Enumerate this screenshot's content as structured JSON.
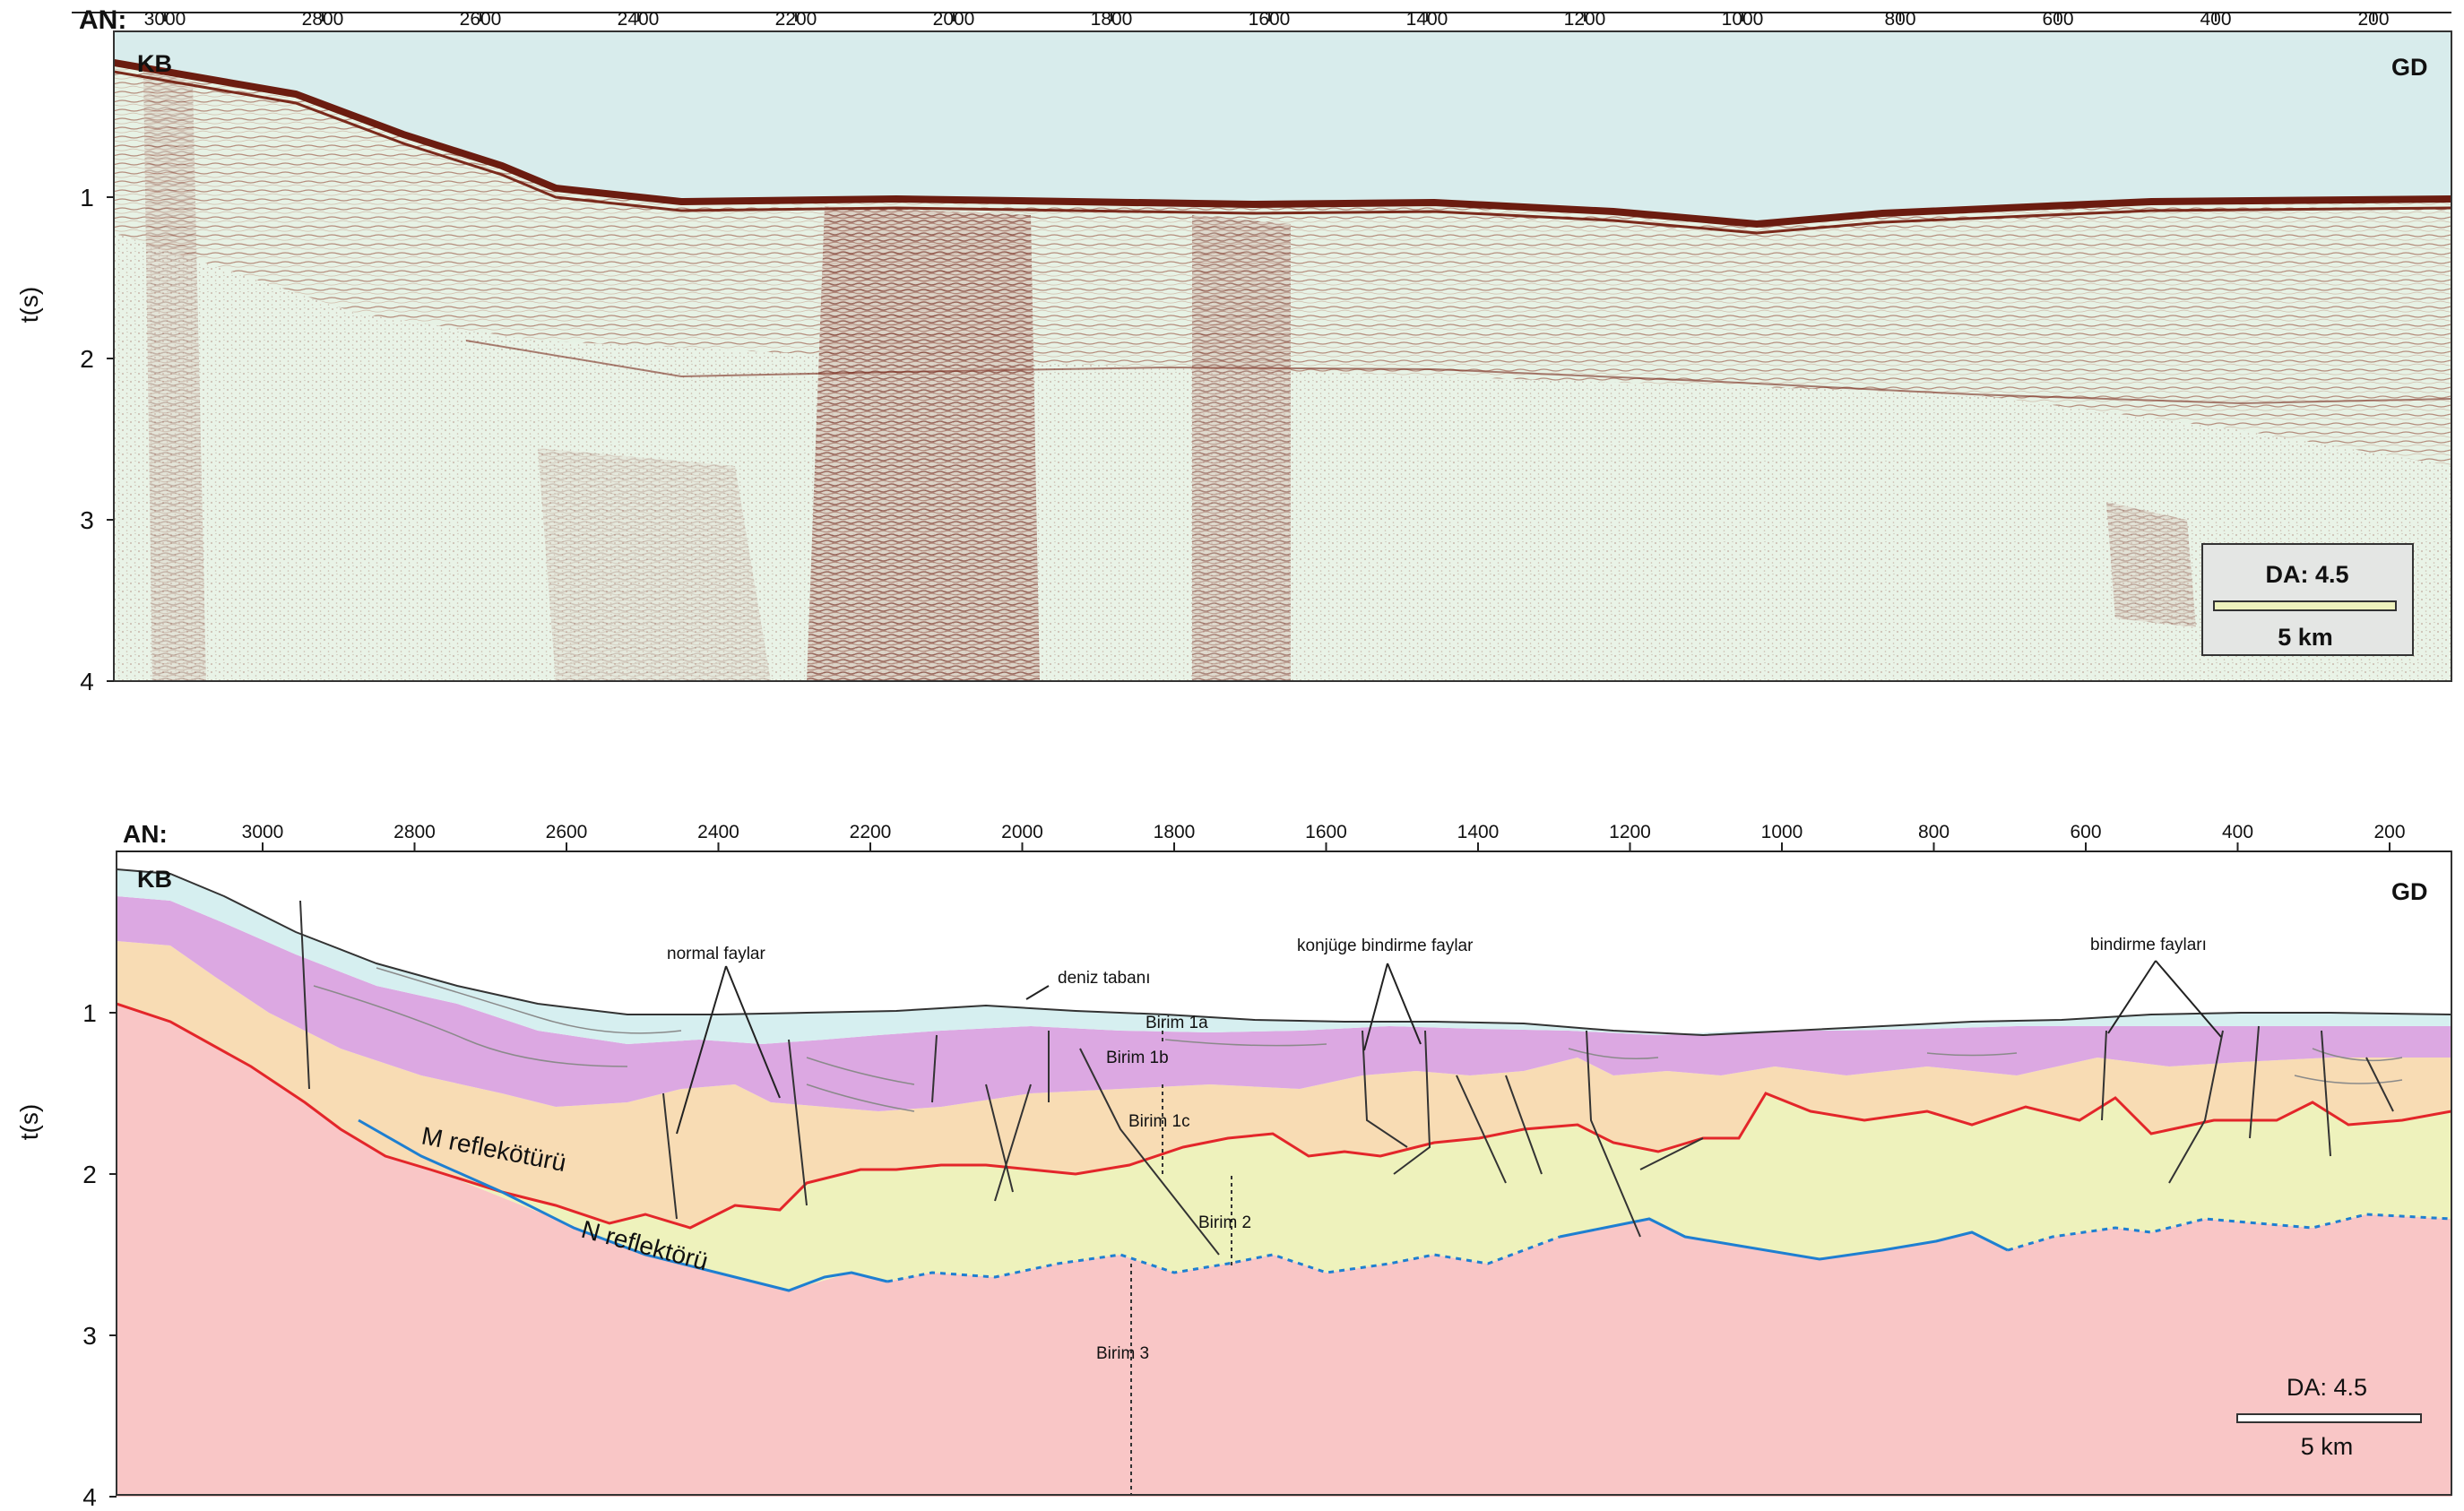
{
  "colors": {
    "sea": "#d8ecec",
    "seismic_bg": "#e6f2e4",
    "seismic_dark": "#7a2a1c",
    "birim1a": "#d6eff0",
    "birim1b": "#dca8e2",
    "birim1c": "#f8dcb4",
    "birim2": "#eef2bc",
    "birim3": "#f9c6c6",
    "m_reflector": "#e3262a",
    "n_reflector": "#1e7fd1",
    "box_fill": "#e4e6e4"
  },
  "top_panel": {
    "an_label": "AN:",
    "kb_label": "KB",
    "gd_label": "GD",
    "y_axis_label": "t(s)",
    "y_ticks": [
      "1",
      "2",
      "3",
      "4"
    ],
    "x_ticks": [
      "3000",
      "2800",
      "2600",
      "2400",
      "2200",
      "2000",
      "1800",
      "1600",
      "1400",
      "1200",
      "1000",
      "800",
      "600",
      "400",
      "200"
    ],
    "da_label": "DA: 4.5",
    "scale_label": "5 km"
  },
  "bottom_panel": {
    "an_label": "AN:",
    "kb_label": "KB",
    "gd_label": "GD",
    "y_axis_label": "t(s)",
    "y_ticks": [
      "1",
      "2",
      "3",
      "4"
    ],
    "x_ticks": [
      "3000",
      "2800",
      "2600",
      "2400",
      "2200",
      "2000",
      "1800",
      "1600",
      "1400",
      "1200",
      "1000",
      "800",
      "600",
      "400",
      "200"
    ],
    "da_label": "DA: 4.5",
    "scale_label": "5 km",
    "annotations": {
      "normal_faults": "normal faylar",
      "seafloor": "deniz tabanı",
      "conjugate_thrusts": "konjüge bindirme faylar",
      "thrust_faults": "bindirme fayları",
      "m_reflector": "M reflekötürü",
      "n_reflector": "N reflektörü",
      "birim1a": "Birim 1a",
      "birim1b": "Birim 1b",
      "birim1c": "Birim 1c",
      "birim2": "Birim 2",
      "birim3": "Birim 3"
    }
  }
}
